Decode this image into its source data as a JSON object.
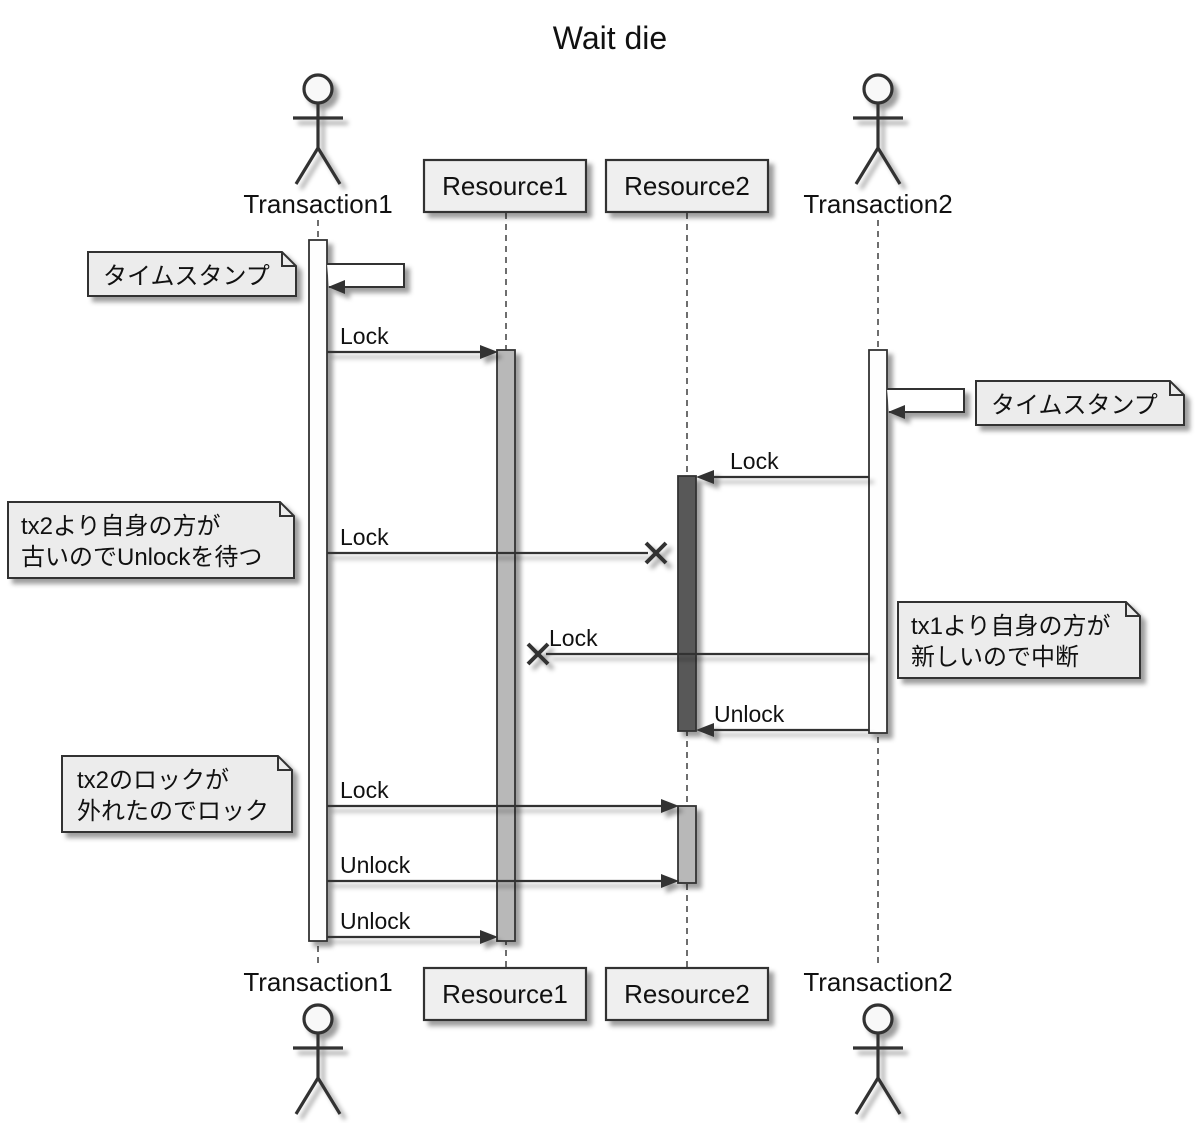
{
  "diagram": {
    "title": "Wait die",
    "kind": "uml-sequence-diagram"
  },
  "participants": [
    {
      "label": "Transaction1",
      "kind": "actor"
    },
    {
      "label": "Resource1",
      "kind": "participant"
    },
    {
      "label": "Resource2",
      "kind": "participant"
    },
    {
      "label": "Transaction2",
      "kind": "actor"
    }
  ],
  "messages": [
    {
      "label": "Lock",
      "from": "Transaction1",
      "to": "Resource1",
      "status": "delivered"
    },
    {
      "label": "Lock",
      "from": "Transaction2",
      "to": "Resource2",
      "status": "delivered"
    },
    {
      "label": "Lock",
      "from": "Transaction1",
      "to": "Resource2",
      "status": "blocked"
    },
    {
      "label": "Lock",
      "from": "Transaction2",
      "to": "Resource1",
      "status": "blocked"
    },
    {
      "label": "Unlock",
      "from": "Transaction2",
      "to": "Resource2",
      "status": "delivered"
    },
    {
      "label": "Lock",
      "from": "Transaction1",
      "to": "Resource2",
      "status": "delivered"
    },
    {
      "label": "Unlock",
      "from": "Transaction1",
      "to": "Resource2",
      "status": "delivered"
    },
    {
      "label": "Unlock",
      "from": "Transaction1",
      "to": "Resource1",
      "status": "delivered"
    }
  ],
  "self_messages": [
    {
      "on": "Transaction1",
      "note": "タイムスタンプ"
    },
    {
      "on": "Transaction2",
      "note": "タイムスタンプ"
    }
  ],
  "notes": [
    {
      "lines": [
        "タイムスタンプ"
      ],
      "attached_to": "Transaction1",
      "side": "left"
    },
    {
      "lines": [
        "タイムスタンプ"
      ],
      "attached_to": "Transaction2",
      "side": "right"
    },
    {
      "lines": [
        "tx2より自身の方が",
        "古いのでUnlockを待つ"
      ],
      "attached_to": "Transaction1",
      "side": "left"
    },
    {
      "lines": [
        "tx1より自身の方が",
        "新しいので中断"
      ],
      "attached_to": "Transaction2",
      "side": "right"
    },
    {
      "lines": [
        "tx2のロックが",
        "外れたのでロック"
      ],
      "attached_to": "Transaction1",
      "side": "left"
    }
  ],
  "colors": {
    "stroke": "#333333",
    "box_fill": "#efefef",
    "note_fill": "#ececec",
    "activation_idle": "#fefefe",
    "activation_held_light": "#b8b8b8",
    "activation_held_dark": "#595959"
  }
}
